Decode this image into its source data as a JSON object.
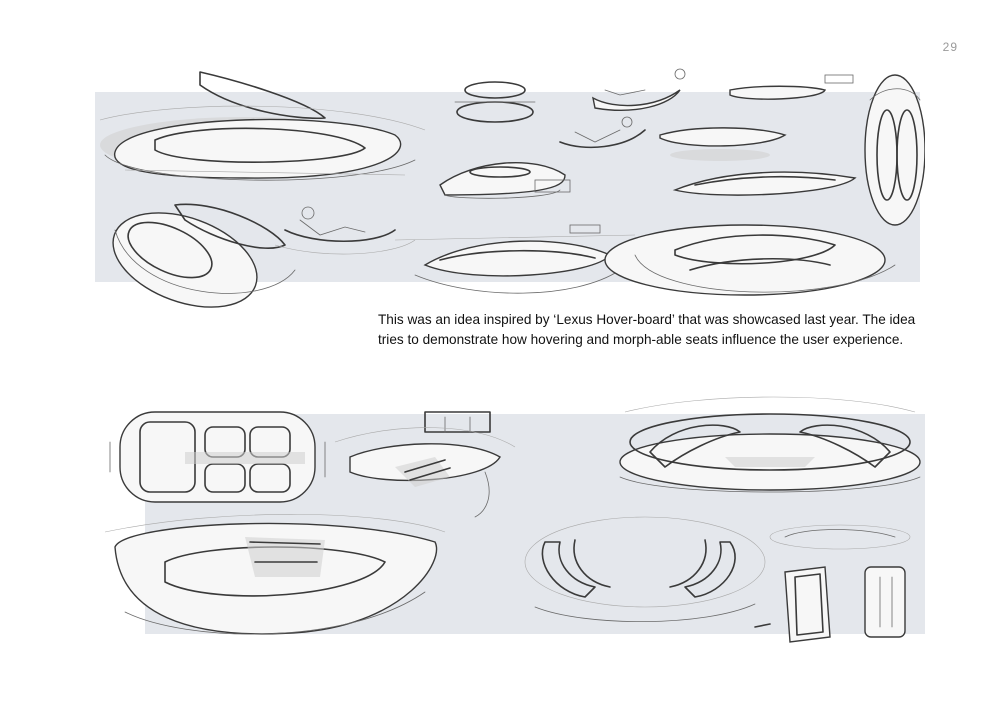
{
  "page": {
    "number": "29"
  },
  "caption": {
    "text": "This was an idea inspired by ‘Lexus Hover-board’ that was showcased last year. The idea tries to demonstrate how hovering and morph-able seats influence the user experience."
  },
  "figures": {
    "top": {
      "name": "hovering-seat-concept-sketches"
    },
    "bottom": {
      "name": "interior-layout-sketches"
    }
  },
  "colors": {
    "panel_background": "#e4e7ec",
    "ink": "#3a3a3a",
    "text": "#111111",
    "page_number": "#9a9a9a"
  }
}
